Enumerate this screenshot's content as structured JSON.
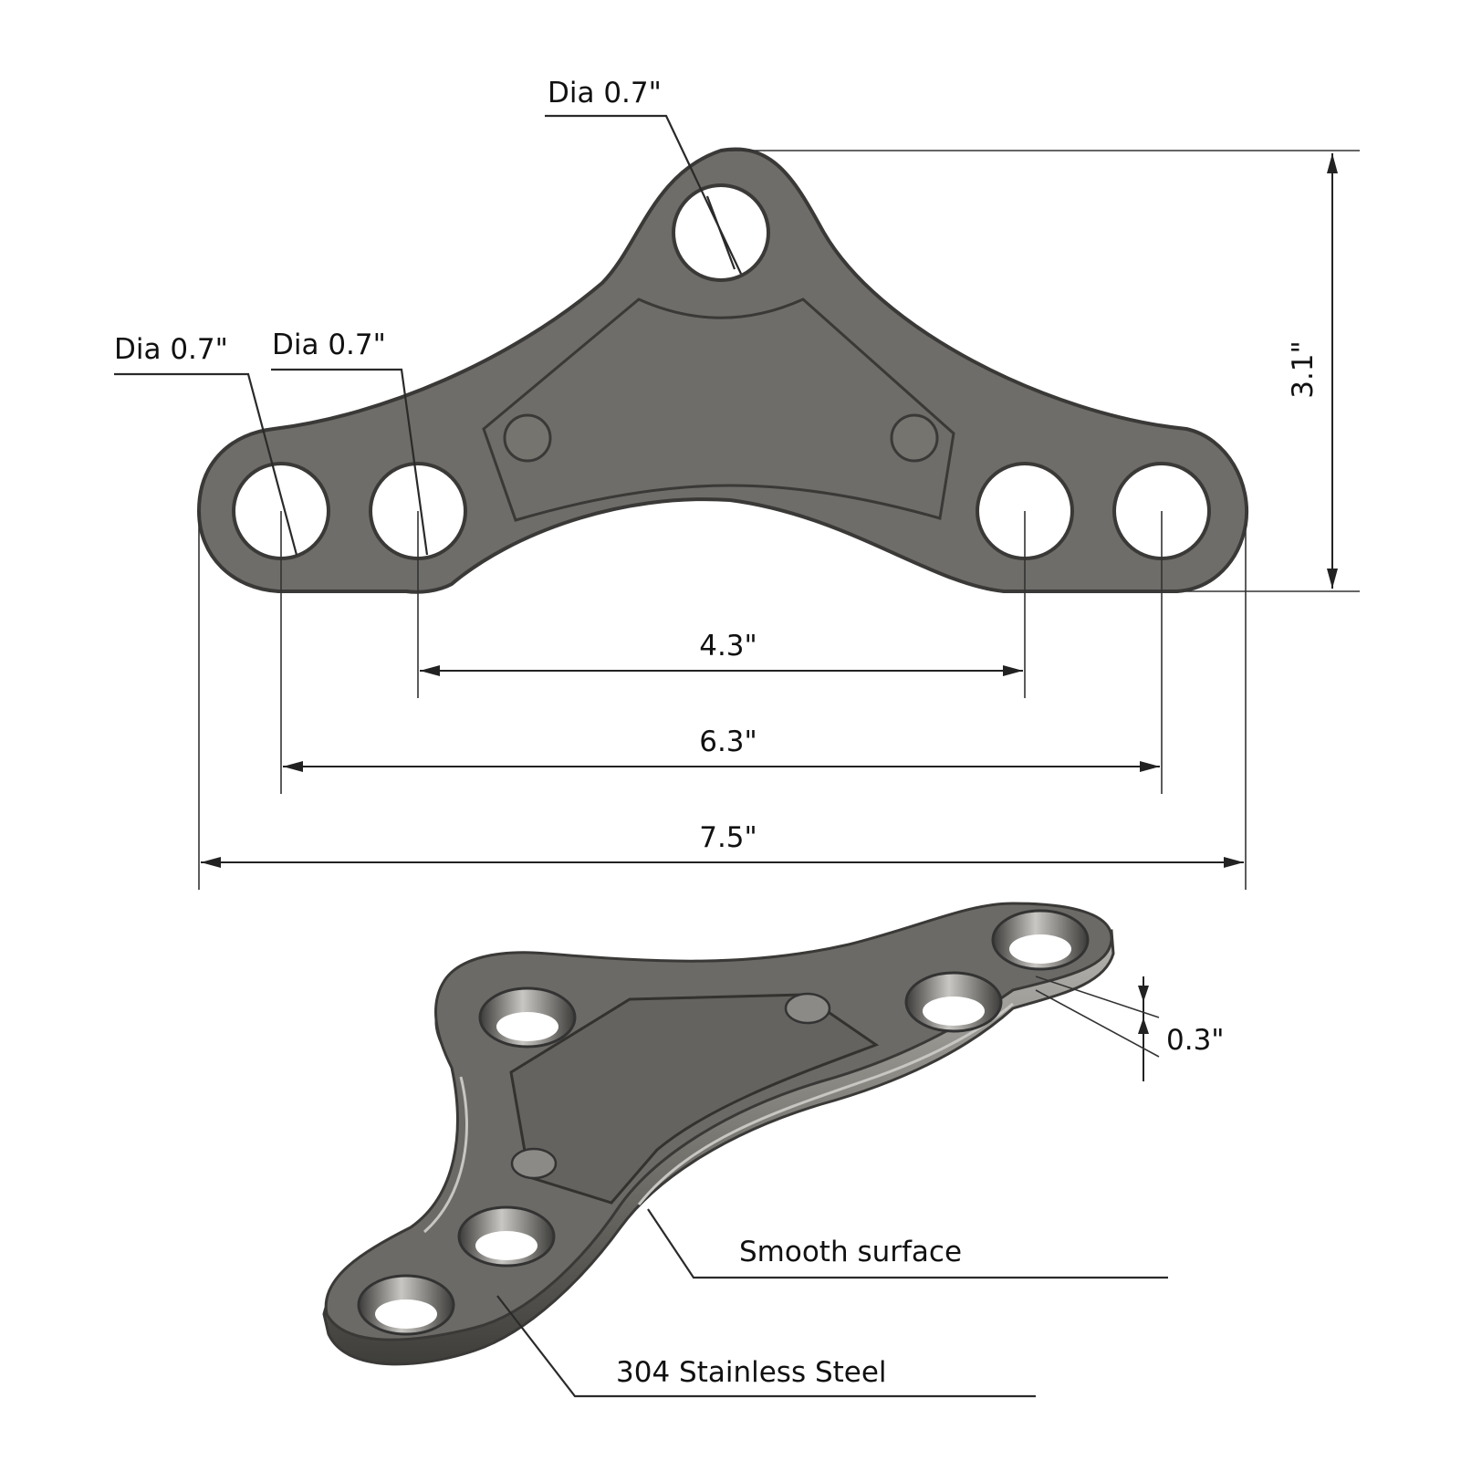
{
  "dimensions": {
    "hole_dia_top": "Dia 0.7\"",
    "hole_dia_left_outer": "Dia 0.7\"",
    "hole_dia_left_inner": "Dia 0.7\"",
    "height": "3.1\"",
    "inner_spacing": "4.3\"",
    "outer_spacing": "6.3\"",
    "overall_width": "7.5\"",
    "thickness": "0.3\""
  },
  "callouts": {
    "surface": "Smooth surface",
    "material": "304 Stainless Steel"
  },
  "colors": {
    "steel": "#6f6d69",
    "steel_dark": "#3a3937",
    "steel_light": "#a9a7a3",
    "line": "#222222",
    "background": "#ffffff"
  }
}
